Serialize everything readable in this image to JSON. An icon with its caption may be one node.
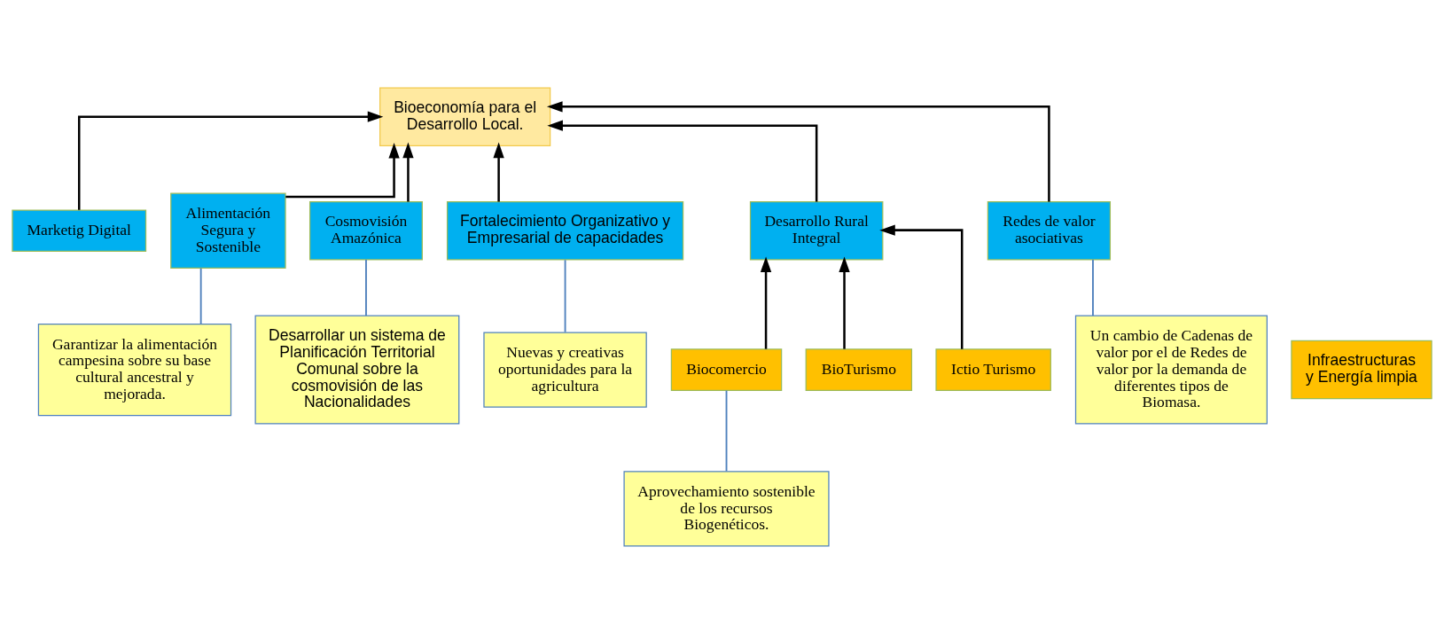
{
  "diagram": {
    "nodes": [
      {
        "text": [
          "Bioeconomía para el Desarrollo Local."
        ]
      },
      {
        "text": [
          "Marketig Digital"
        ]
      },
      {
        "text": [
          "Alimentación Segura y Sostenible"
        ]
      },
      {
        "text": [
          "Cosmovisión Amazónica"
        ]
      },
      {
        "text": [
          "Fortalecimiento Organizativo y Empresarial de capacidades"
        ]
      },
      {
        "text": [
          "Desarrollo Rural Integral"
        ]
      },
      {
        "text": [
          "Redes de valor asociativas"
        ]
      },
      {
        "text": [
          "Biocomercio"
        ]
      },
      {
        "text": [
          "BioTurismo"
        ]
      },
      {
        "text": [
          "Ictio Turismo"
        ]
      },
      {
        "text": [
          "Infraestructuras y Energía limpia"
        ]
      },
      {
        "text": [
          "Desarrollar un sistema de Planificación Territorial Comunal sobre la cosmovisión de las Nacionalidades"
        ]
      },
      {
        "text": [
          "Garantizar la alimentación campesina sobre su base cultural ancestral y mejorada."
        ]
      },
      {
        "text": [
          "Nuevas y creativas oportunidades para la agricultura"
        ]
      },
      {
        "text": [
          "Aprovechamiento sostenible de los recursos Biogenéticos."
        ]
      },
      {
        "text": [
          "Un cambio de Cadenas de valor por el de Redes de valor por la demanda de diferentes tipos de Biomasa."
        ]
      }
    ],
    "edges": [
      {
        "from": 1,
        "to": 0,
        "arrow": "to"
      },
      {
        "from": 2,
        "to": 0,
        "arrow": "to"
      },
      {
        "from": 3,
        "to": 0,
        "arrow": "to"
      },
      {
        "from": 4,
        "to": 0,
        "arrow": "to"
      },
      {
        "from": 5,
        "to": 0,
        "arrow": "to"
      },
      {
        "from": 6,
        "to": 0,
        "arrow": "to"
      },
      {
        "from": 7,
        "to": 5,
        "arrow": "to"
      },
      {
        "from": 8,
        "to": 5,
        "arrow": "to"
      },
      {
        "from": 9,
        "to": 5,
        "arrow": "to"
      },
      {
        "from": 12,
        "to": 2,
        "arrow": "none",
        "color": "#4f81bd"
      },
      {
        "from": 11,
        "to": 3,
        "arrow": "none",
        "color": "#4f81bd"
      },
      {
        "from": 13,
        "to": 4,
        "arrow": "none",
        "color": "#4f81bd"
      },
      {
        "from": 14,
        "to": 7,
        "arrow": "none",
        "color": "#4f81bd"
      },
      {
        "from": 15,
        "to": 6,
        "arrow": "none",
        "color": "#4f81bd"
      }
    ]
  }
}
